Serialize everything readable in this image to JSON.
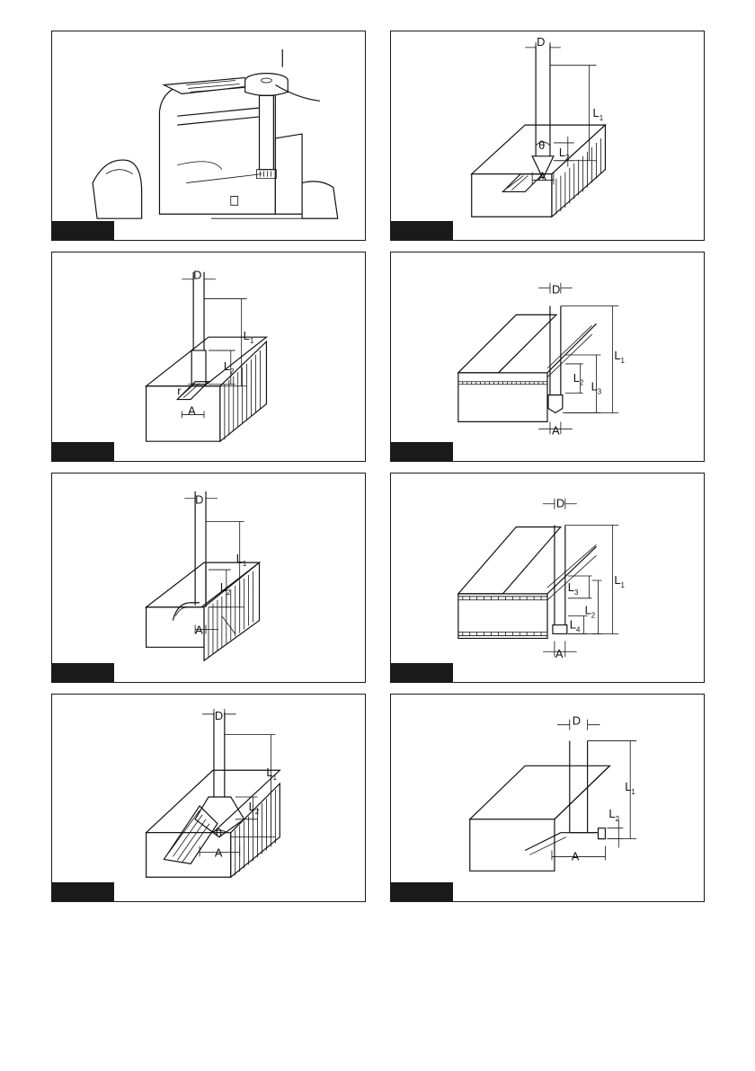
{
  "figures": [
    {
      "id": "fig1",
      "labels": []
    },
    {
      "id": "fig2",
      "labels": [
        "D",
        "L1",
        "L2",
        "θ",
        "A"
      ]
    },
    {
      "id": "fig3",
      "labels": [
        "D",
        "L1",
        "L2",
        "r",
        "A"
      ]
    },
    {
      "id": "fig4",
      "labels": [
        "D",
        "L1",
        "L2",
        "L3",
        "A"
      ]
    },
    {
      "id": "fig5",
      "labels": [
        "D",
        "L1",
        "L2",
        "A"
      ]
    },
    {
      "id": "fig6",
      "labels": [
        "D",
        "L1",
        "L2",
        "L3",
        "L4",
        "A"
      ]
    },
    {
      "id": "fig7",
      "labels": [
        "D",
        "L1",
        "L2",
        "θ",
        "A"
      ]
    },
    {
      "id": "fig8",
      "labels": [
        "D",
        "L1",
        "L2",
        "A"
      ]
    }
  ],
  "dim": {
    "D": "D",
    "A": "A",
    "L": "L",
    "sub1": "1",
    "sub2": "2",
    "sub3": "3",
    "sub4": "4",
    "theta": "θ",
    "r": "r"
  },
  "colors": {
    "line": "#111111",
    "tag": "#1a1a1a",
    "background": "#ffffff"
  }
}
